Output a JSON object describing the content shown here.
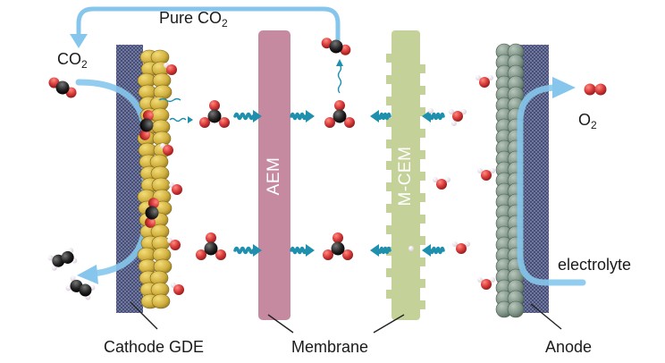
{
  "labels": {
    "pure_co2_prefix": "Pure CO",
    "pure_co2_sub": "2",
    "co2_prefix": "CO",
    "co2_sub": "2",
    "o2_prefix": "O",
    "o2_sub": "2",
    "electrolyte": "electrolyte",
    "cathode_gde": "Cathode GDE",
    "membrane": "Membrane",
    "anode": "Anode",
    "aem": "AEM",
    "mcem": "M-CEM"
  },
  "colors": {
    "arrow_blue": "#86c6ec",
    "teal_arrow": "#1f8fae",
    "aem_pink": "#c68aa0",
    "mcem_green": "#c4d29a",
    "catalyst_gold": "#c9a93a",
    "anode_grey": "#7f9488",
    "carbon": "#1f1f1f",
    "oxygen": "#d83a3a",
    "hydrogen": "#f0e6ef",
    "gde_hatch": "#4a5682"
  },
  "icons": [
    "co2-molecule-icon",
    "carbonate-ion-icon",
    "hydroxide-ion-icon",
    "proton-icon",
    "water-molecule-icon",
    "ethylene-molecule-icon",
    "o2-molecule-icon",
    "wavy-arrow-icon"
  ]
}
